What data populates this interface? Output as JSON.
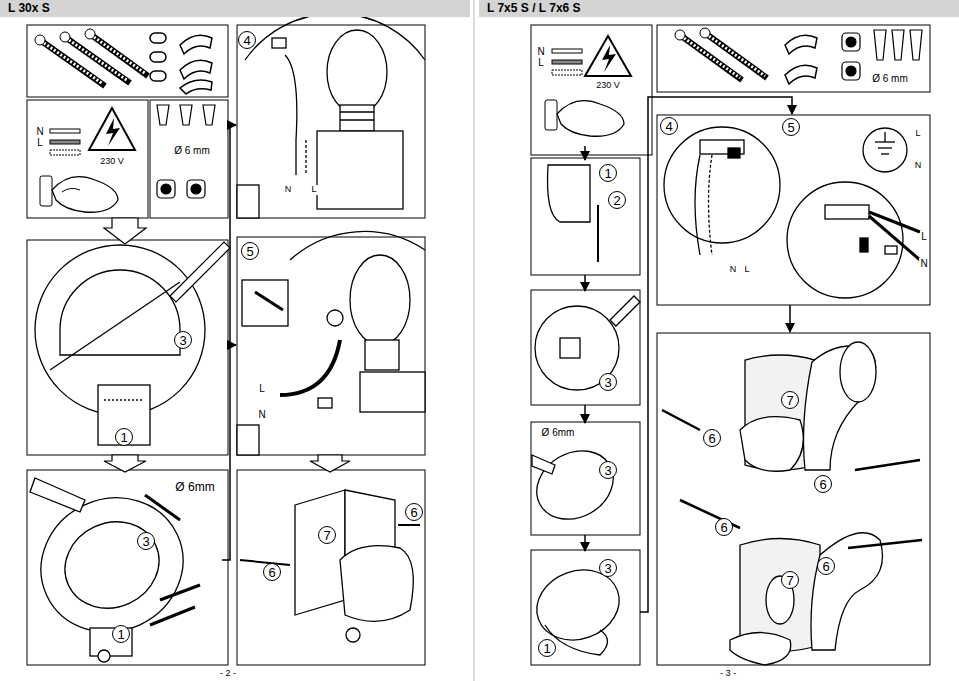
{
  "diagram": {
    "nodes": [
      {
        "text": [
          "L 30x S"
        ]
      },
      {
        "text": [
          "L 7x5 S / L 7x6 S"
        ]
      },
      {
        "text": [
          "4"
        ]
      },
      {
        "text": [
          "3"
        ]
      },
      {
        "text": [
          "1"
        ]
      },
      {
        "text": [
          "5"
        ]
      },
      {
        "text": [
          "3"
        ]
      },
      {
        "text": [
          "1"
        ]
      },
      {
        "text": [
          "7"
        ]
      },
      {
        "text": [
          "6"
        ]
      },
      {
        "text": [
          "6"
        ]
      },
      {
        "text": [
          "1"
        ]
      },
      {
        "text": [
          "2"
        ]
      },
      {
        "text": [
          "4"
        ]
      },
      {
        "text": [
          "5"
        ]
      },
      {
        "text": [
          "3"
        ]
      },
      {
        "text": [
          "3"
        ]
      },
      {
        "text": [
          "3"
        ]
      },
      {
        "text": [
          "1"
        ]
      },
      {
        "text": [
          "7"
        ]
      },
      {
        "text": [
          "6"
        ]
      },
      {
        "text": [
          "6"
        ]
      },
      {
        "text": [
          "6"
        ]
      },
      {
        "text": [
          "7"
        ]
      },
      {
        "text": [
          "6"
        ]
      }
    ],
    "labels": [
      "N",
      "L",
      "230 V",
      "Ø 6 mm",
      "N",
      "L",
      "L",
      "N",
      "Ø 6mm",
      "N",
      "L",
      "230 V",
      "Ø 6 mm",
      "L",
      "N",
      "L",
      "N",
      "N",
      "L",
      "Ø 6mm",
      "- 2 -",
      "- 3 -"
    ]
  }
}
